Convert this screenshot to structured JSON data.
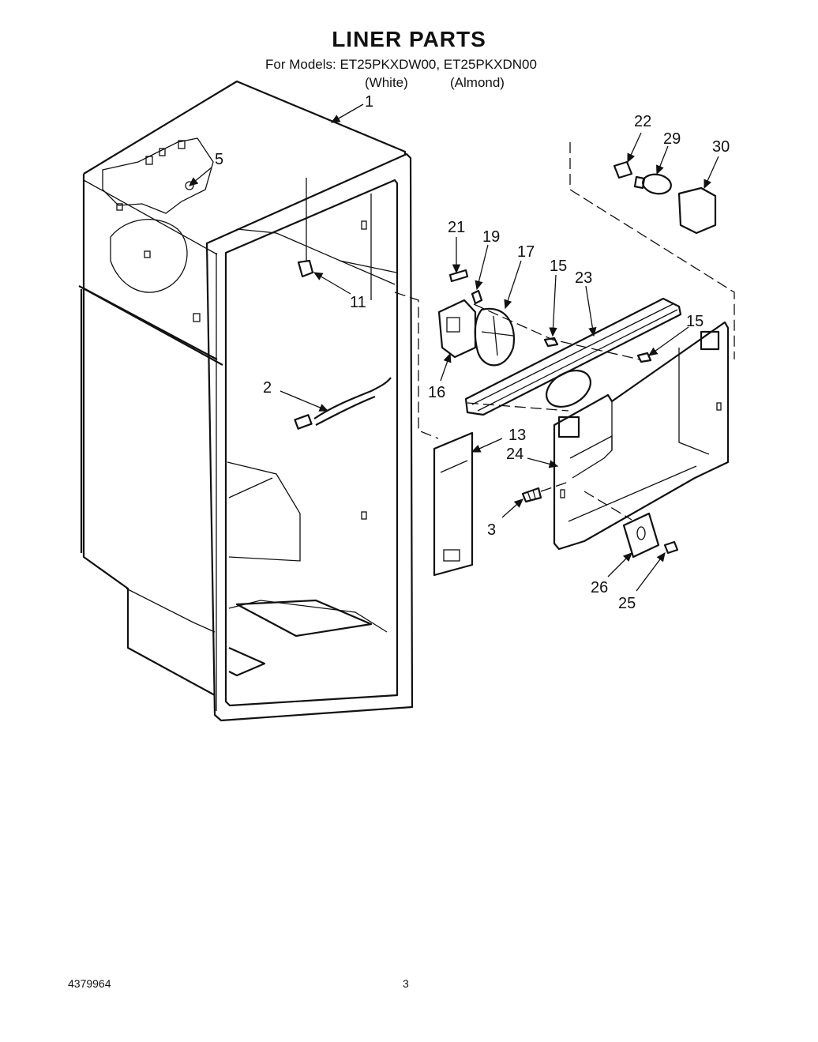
{
  "title": "LINER PARTS",
  "models_line": "For Models: ET25PKXDW00, ET25PKXDN00",
  "variants": [
    "(White)",
    "(Almond)"
  ],
  "callouts": [
    "1",
    "2",
    "3",
    "5",
    "11",
    "13",
    "15",
    "15",
    "16",
    "17",
    "19",
    "21",
    "22",
    "23",
    "24",
    "25",
    "26",
    "29",
    "30"
  ],
  "footer": {
    "part_number": "4379964",
    "page_number": "3"
  }
}
